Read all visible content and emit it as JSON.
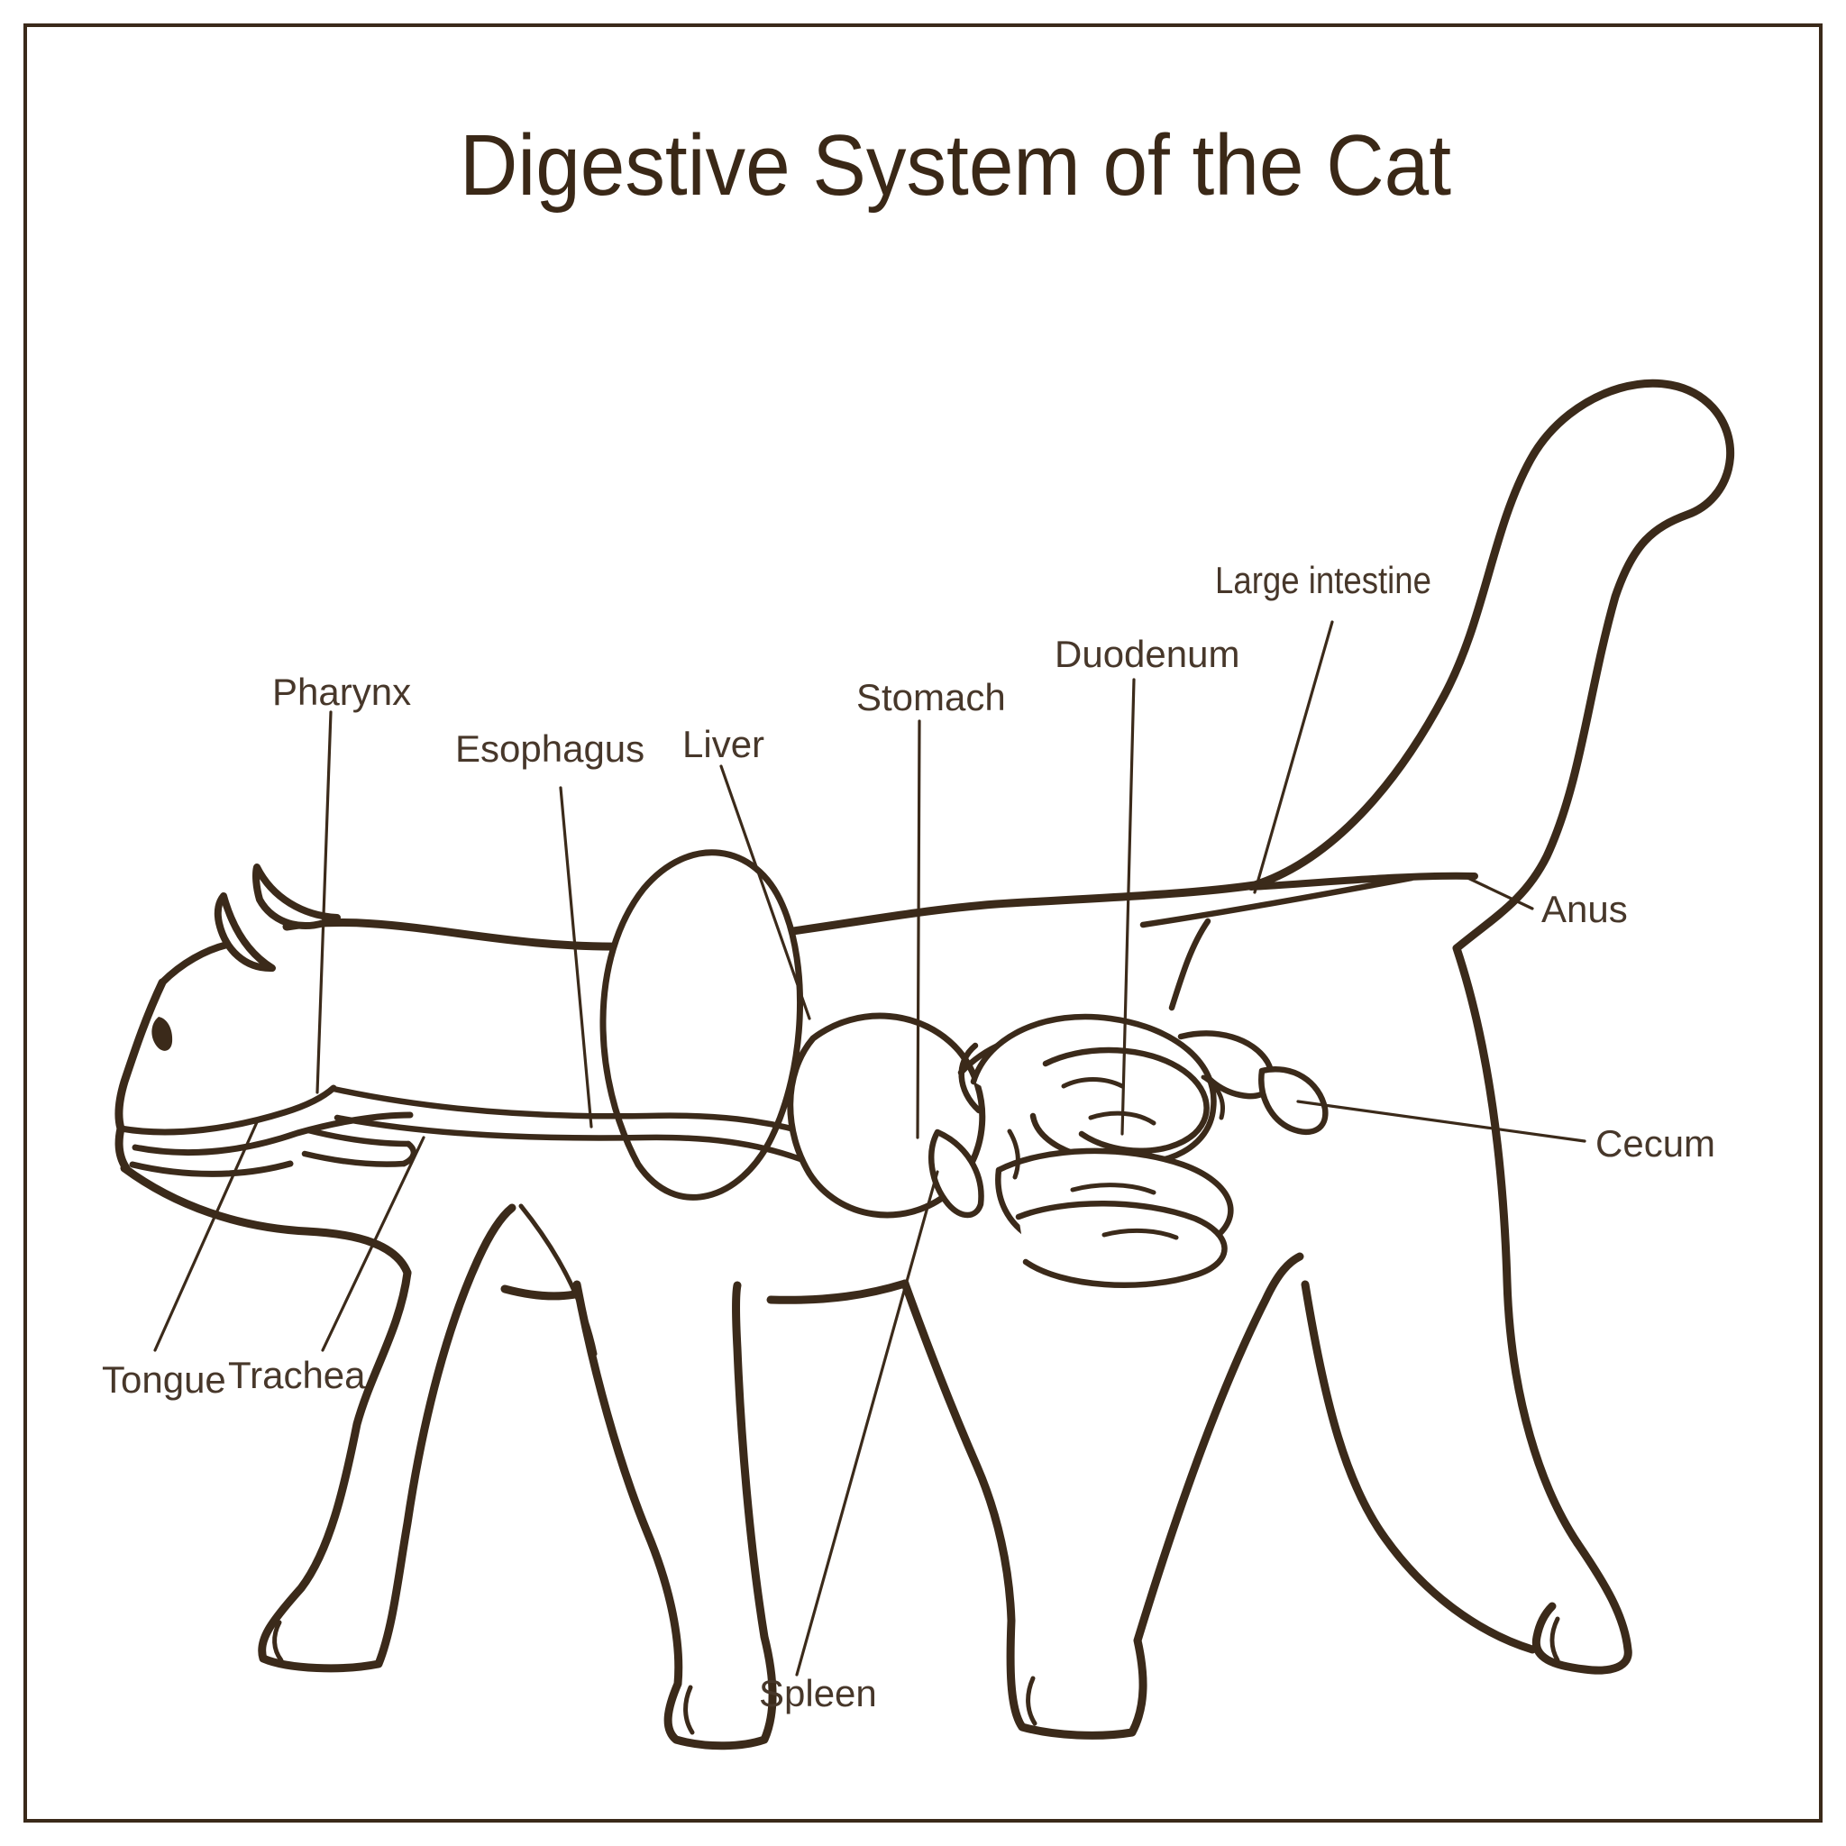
{
  "title": "Digestive System of the Cat",
  "labels": {
    "pharynx": "Pharynx",
    "esophagus": "Esophagus",
    "liver": "Liver",
    "stomach": "Stomach",
    "duodenum": "Duodenum",
    "large_intestine": "Large intestine",
    "anus": "Anus",
    "cecum": "Cecum",
    "tongue": "Tongue",
    "trachea": "Trachea",
    "spleen": "Spleen"
  },
  "colors": {
    "ink": "#3b2a1a",
    "label_text": "#47372a",
    "title_text": "#3a2817",
    "background": "#ffffff"
  }
}
